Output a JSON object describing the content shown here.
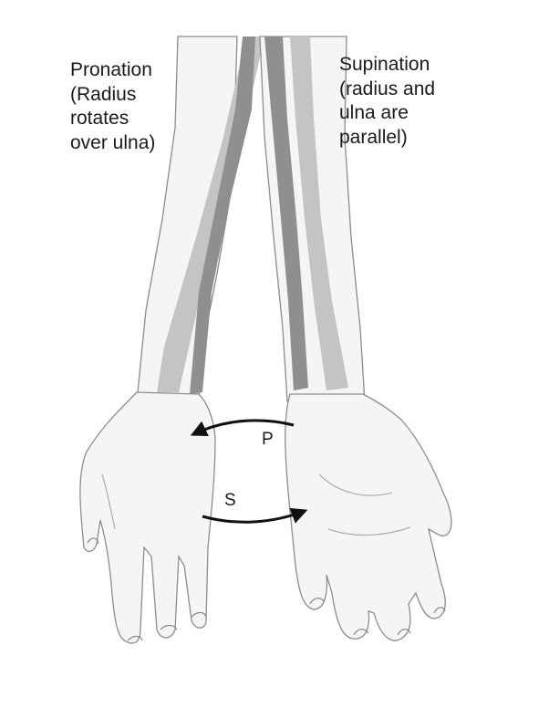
{
  "labels": {
    "pronation": [
      "Pronation",
      "(Radius",
      "rotates",
      "over ulna)"
    ],
    "supination": [
      "Supination",
      "(radius and",
      "ulna are",
      "parallel)"
    ]
  },
  "arrows": {
    "pronation_letter": "P",
    "supination_letter": "S"
  },
  "colors": {
    "skin_fill": "#f5f5f5",
    "outline": "#8c8c8c",
    "bone_light": "#c4c4c4",
    "bone_dark": "#8f8f8f",
    "arrow": "#111111"
  }
}
